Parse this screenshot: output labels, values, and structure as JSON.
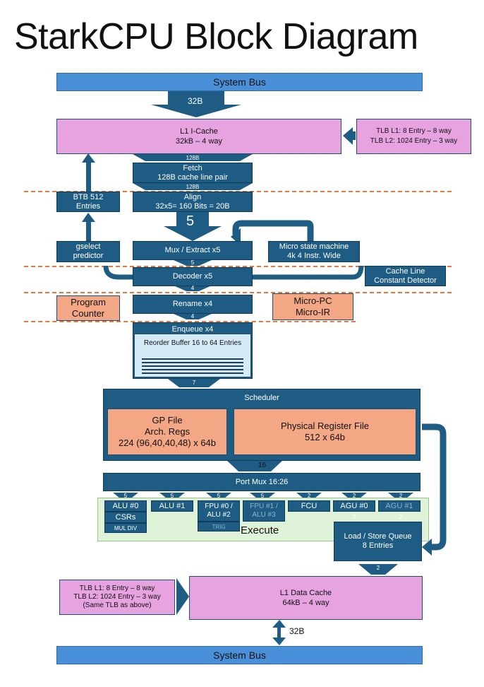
{
  "title": "StarkCPU Block Diagram",
  "bus_top": "System Bus",
  "bus_bottom": "System Bus",
  "top_arrow_label": "32B",
  "bottom_arrow_label": "32B",
  "icache": {
    "line1": "L1 I-Cache",
    "line2": "32kB – 4 way"
  },
  "tlb_top": {
    "line1": "TLB L1: 8 Entry – 8 way",
    "line2": "TLB L2: 1024 Entry – 3 way"
  },
  "fetch": {
    "line1": "Fetch",
    "line2": "128B cache line pair",
    "in_label": "128B",
    "out_label": "128B"
  },
  "btb": {
    "line1": "BTB 512",
    "line2": "Entries"
  },
  "align": {
    "line1": "Align",
    "line2": "32x5= 160 Bits = 20B"
  },
  "five_label": "5",
  "gselect": {
    "line1": "gselect",
    "line2": "predictor"
  },
  "mux": "Mux / Extract x5",
  "micro_sm": {
    "line1": "Micro state machine",
    "line2": "4k 4 Instr. Wide"
  },
  "decoder": "Decoder x5",
  "cache_line_detector": {
    "line1": "Cache Line",
    "line2": "Constant Detector"
  },
  "program_counter": {
    "line1": "Program",
    "line2": "Counter"
  },
  "rename": "Rename x4",
  "micro_pc": {
    "line1": "Micro-PC",
    "line2": "Micro-IR"
  },
  "enqueue": "Enqueue x4",
  "rob": "Reorder Buffer 16 to 64 Entries",
  "widths": {
    "mux_dec": "5",
    "dec_ren": "4",
    "ren_enq": "4",
    "rob_sched": "7",
    "sched_port": "16"
  },
  "scheduler": "Scheduler",
  "gp_file": {
    "line1": "GP File",
    "line2": "Arch. Regs",
    "line3": "224 (96,40,40,48) x 64b"
  },
  "phys_file": {
    "line1": "Physical Register File",
    "line2": "512 x 64b"
  },
  "port_mux": "Port Mux 16:26",
  "port_widths": [
    "5",
    "5",
    "5",
    "5",
    "2",
    "2",
    "2"
  ],
  "units": [
    "ALU #0",
    "ALU #1",
    "FPU #0 / ALU #2",
    "FPU #1 / ALU #3",
    "FCU",
    "AGU #0",
    "AGU #1"
  ],
  "csrs": "CSRs",
  "mul_div": "MUL DIV",
  "trig": "TRIG",
  "execute": "Execute",
  "agu_widths": [
    "2",
    "2"
  ],
  "lsq": {
    "line1": "Load / Store Queue",
    "line2": "8 Entries"
  },
  "lsq_out": "2",
  "dcache": {
    "line1": "L1 Data Cache",
    "line2": "64kB – 4 way"
  },
  "tlb_bottom": {
    "line1": "TLB L1: 8 Entry – 8 way",
    "line2": "TLB L2: 1024 Entry – 3 way",
    "line3": "(Same TLB as above)"
  },
  "colors": {
    "navy": "#1f5c84",
    "pink": "#e6a3e0",
    "salmon": "#f3a784",
    "bus": "#4a90d9",
    "dash": "#e07a3c",
    "exec": "#dff3d8"
  }
}
